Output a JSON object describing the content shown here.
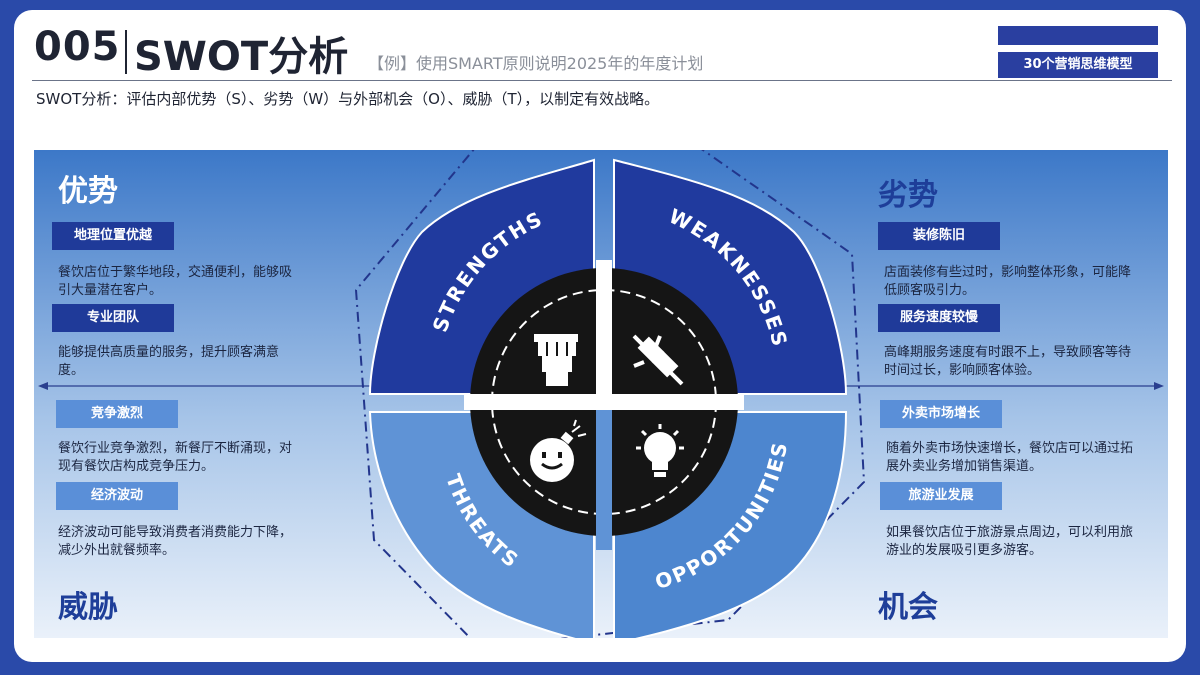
{
  "header": {
    "number": "005",
    "title": "SWOT分析",
    "subtitle": "【例】使用SMART原则说明2025年的年度计划",
    "tag": "30个营销思维模型"
  },
  "intro": "SWOT分析：评估内部优势（S）、劣势（W）与外部机会（O）、威胁（T），以制定有效战略。",
  "quadrants": {
    "strengths": {
      "label": "优势",
      "en": "STRENGTHS",
      "items": [
        {
          "title": "地理位置优越",
          "desc": "餐饮店位于繁华地段，交通便利，能够吸引大量潜在客户。"
        },
        {
          "title": "专业团队",
          "desc": "能够提供高质量的服务，提升顾客满意度。"
        }
      ]
    },
    "weaknesses": {
      "label": "劣势",
      "en": "WEAKNESSES",
      "items": [
        {
          "title": "装修陈旧",
          "desc": "店面装修有些过时，影响整体形象，可能降低顾客吸引力。"
        },
        {
          "title": "服务速度较慢",
          "desc": "高峰期服务速度有时跟不上，导致顾客等待时间过长，影响顾客体验。"
        }
      ]
    },
    "threats": {
      "label": "威胁",
      "en": "THREATS",
      "items": [
        {
          "title": "竞争激烈",
          "desc": "餐饮行业竞争激烈，新餐厅不断涌现，对现有餐饮店构成竞争压力。"
        },
        {
          "title": "经济波动",
          "desc": "经济波动可能导致消费者消费能力下降，减少外出就餐频率。"
        }
      ]
    },
    "opportunities": {
      "label": "机会",
      "en": "OPPORTUNITIES",
      "items": [
        {
          "title": "外卖市场增长",
          "desc": "随着外卖市场快速增长，餐饮店可以通过拓展外卖业务增加销售渠道。"
        },
        {
          "title": "旅游业发展",
          "desc": "如果餐饮店位于旅游景点周边，可以利用旅游业的发展吸引更多游客。"
        }
      ]
    }
  },
  "icons": {
    "strengths": "raised-fist-icon",
    "weaknesses": "broken-plug-icon",
    "threats": "bomb-icon",
    "opportunities": "lightbulb-icon"
  },
  "colors": {
    "brand": "#2a4aa9",
    "dark_quadrant": "#1f3a99",
    "light_quadrant": "#5f93d6",
    "center": "#151515"
  }
}
